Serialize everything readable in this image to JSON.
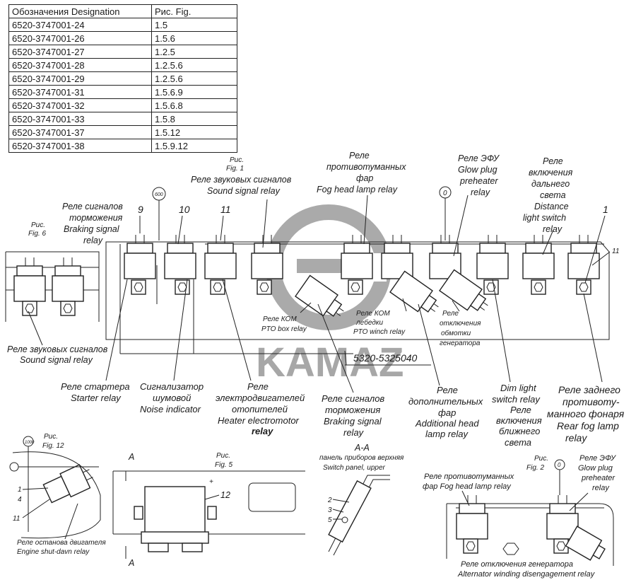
{
  "table": {
    "header": {
      "designation": "Обозначения  Designation",
      "fig": "Рис. Fig."
    },
    "rows": [
      {
        "designation": "6520-3747001-24",
        "fig": "1.5"
      },
      {
        "designation": "6520-3747001-26",
        "fig": "1.5.6"
      },
      {
        "designation": "6520-3747001-27",
        "fig": "1.2.5"
      },
      {
        "designation": "6520-3747001-28",
        "fig": "1.2.5.6"
      },
      {
        "designation": "6520-3747001-29",
        "fig": "1.2.5.6"
      },
      {
        "designation": "6520-3747001-31",
        "fig": "1.5.6.9"
      },
      {
        "designation": "6520-3747001-32",
        "fig": "1.5.6.8"
      },
      {
        "designation": "6520-3747001-33",
        "fig": "1.5.8"
      },
      {
        "designation": "6520-3747001-37",
        "fig": "1.5.12"
      },
      {
        "designation": "6520-3747001-38",
        "fig": "1.5.9.12"
      }
    ]
  },
  "watermark": {
    "brand": "KAMAZ"
  },
  "main": {
    "fig1": {
      "ru": "Рис.",
      "en": "Fig. 1"
    },
    "fig6": {
      "ru": "Рис.",
      "en": "Fig. 6"
    },
    "part_number": "5320-5325040",
    "num9": "9",
    "num10": "10",
    "num11": "11",
    "num1": "1",
    "num11r": "11",
    "dim600": "600",
    "dim0": "0",
    "braking_top": {
      "l1": "Реле сигналов",
      "l2": "торможения",
      "l3": "Braking signal",
      "l4": "relay"
    },
    "sound_top": {
      "l1": "Реле звуковых сигналов",
      "l2": "Sound signal relay"
    },
    "fog_top": {
      "l1": "Реле",
      "l2": "противотуманных",
      "l3": "фар",
      "l4": "Fog head lamp relay"
    },
    "glow_top": {
      "l1": "Реле ЭФУ",
      "l2": "Glow plug",
      "l3": "preheater",
      "l4": "relay"
    },
    "distance_top": {
      "l1": "Реле",
      "l2": "включения",
      "l3": "дальнего",
      "l4": "света",
      "l5": "Distance",
      "l6": "light switch",
      "l7": "relay"
    },
    "pto_box": {
      "l1": "Реле КОМ",
      "l2": "PTO box relay"
    },
    "pto_winch": {
      "l1": "Реле КОМ",
      "l2": "лебедки",
      "l3": "PTO winch relay"
    },
    "alt_mid": {
      "l1": "Реле",
      "l2": "отключения",
      "l3": "обмотки",
      "l4": "генератора"
    },
    "sound_left": {
      "l1": "Реле звуковых сигналов",
      "l2": "Sound signal relay"
    },
    "starter": {
      "l1": "Реле стартера",
      "l2": "Starter relay"
    },
    "noise": {
      "l1": "Сигнализатор",
      "l2": "шумовой",
      "l3": "Noise indicator"
    },
    "heater": {
      "l1": "Реле",
      "l2": "электродвигателей",
      "l3": "отопителей",
      "l4": "Heater electromotor",
      "l5": "relay"
    },
    "braking_bottom": {
      "l1": "Реле сигналов",
      "l2": "торможения",
      "l3": "Braking signal",
      "l4": "relay"
    },
    "additional": {
      "l1": "Реле",
      "l2": "дополнительных",
      "l3": "фар",
      "l4": "Additional head",
      "l5": "lamp relay"
    },
    "dimlight": {
      "l1": "Dim light",
      "l2": "switch relay",
      "l3": "Реле",
      "l4": "включения",
      "l5": "ближнего",
      "l6": "света"
    },
    "rearfog": {
      "l1": "Реле заднего",
      "l2": "противоту-",
      "l3": "манного фонаря",
      "l4": "Rear fog lamp",
      "l5": "relay"
    }
  },
  "fig12": {
    "ru": "Рис.",
    "en": "Fig. 12",
    "dim1000": "1000",
    "n1": "1",
    "n4": "4",
    "n11": "11",
    "label_ru": "Реле останова двигателя",
    "label_en": "Engine shut-davn relay"
  },
  "fig5": {
    "ru": "Рис.",
    "en": "Fig. 5",
    "a_top": "A",
    "a_bot": "A",
    "n12": "12"
  },
  "section": {
    "title": "A-A",
    "ru": "панель приборов верхняя",
    "en": "Switch panel, upper",
    "n2": "2",
    "n3": "3",
    "n5": "5"
  },
  "fig2": {
    "ru": "Рис.",
    "en": "Fig. 2",
    "dim0": "0",
    "fog": {
      "l1": "Реле противотуманных",
      "l2": "фар Fog head lamp relay"
    },
    "glow": {
      "l1": "Реле ЭФУ",
      "l2": "Glow plug",
      "l3": "preheater",
      "l4": "relay"
    },
    "alt": {
      "l1": "Реле отключения генератора",
      "l2": "Alternator winding disengagement relay"
    }
  }
}
